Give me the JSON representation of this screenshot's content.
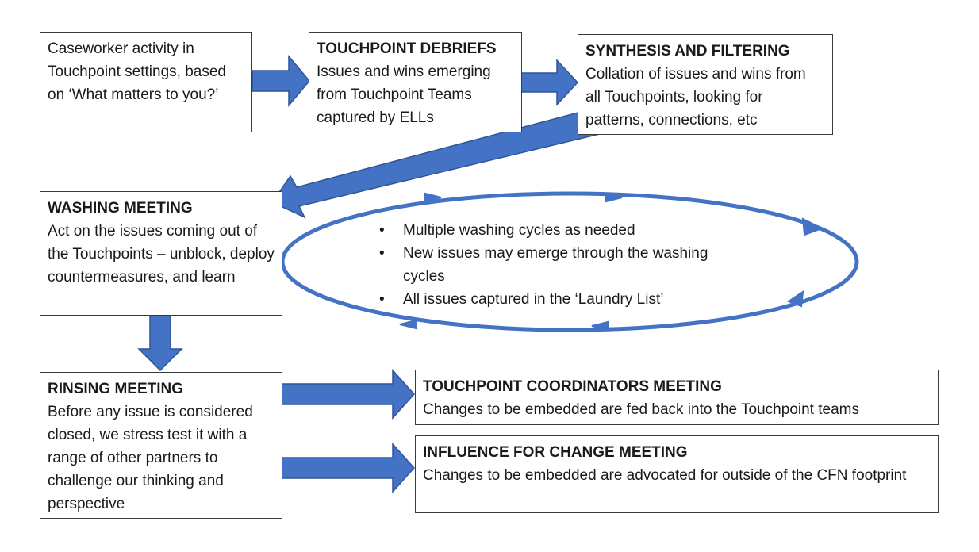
{
  "colors": {
    "arrow_fill": "#4472c4",
    "arrow_stroke": "#2f5597",
    "box_border": "#3a3a3a",
    "text": "#1a1a1a"
  },
  "boxes": {
    "caseworker": {
      "title": "",
      "body": "Caseworker activity in Touchpoint settings, based on ‘What matters to you?’"
    },
    "debriefs": {
      "title": "TOUCHPOINT DEBRIEFS",
      "body": "Issues and wins emerging from Touchpoint Teams captured by ELLs"
    },
    "synthesis": {
      "title": "SYNTHESIS AND FILTERING",
      "body": "Collation of issues and wins from all Touchpoints, looking for patterns, connections, etc"
    },
    "washing": {
      "title": "WASHING MEETING",
      "body": "Act on the issues coming out of the Touchpoints – unblock, deploy countermeasures, and learn"
    },
    "rinsing": {
      "title": "RINSING MEETING",
      "body": "Before any issue is considered closed, we stress test it with a range of other partners to challenge our thinking and perspective"
    },
    "coordinators": {
      "title": "TOUCHPOINT COORDINATORS MEETING",
      "body": "Changes to be embedded are fed back into the Touchpoint teams"
    },
    "influence": {
      "title": "INFLUENCE FOR CHANGE MEETING",
      "body": "Changes to be embedded are advocated for outside of the CFN footprint"
    }
  },
  "washing_cycle_bullets": [
    "Multiple washing cycles as needed",
    "New issues may emerge through the washing cycles",
    "All issues captured in the ‘Laundry List’"
  ]
}
